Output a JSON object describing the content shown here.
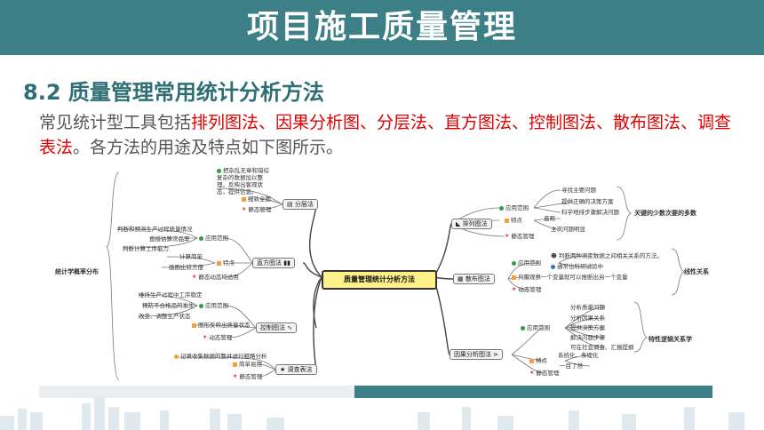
{
  "header": {
    "title": "项目施工质量管理"
  },
  "section": {
    "title": "8.2 质量管理常用统计分析方法"
  },
  "intro": {
    "prefix": "常见统计型工具包括",
    "highlight": "排列图法、因果分析图、分层法、直方图法、控制图法、散布图法、调查表法",
    "suffix": "。各方法的用途及特点如下图所示。"
  },
  "mindmap": {
    "center": "质量管理统计分析方法",
    "left_label": "统计学概率分布",
    "right_labels": {
      "pareto": "关键的少数次要的多数",
      "scatter": "线性关系",
      "fishbone": "特性逻辑关系学"
    },
    "layering": {
      "name": "分层法",
      "note": "把杂乱无章和错综复杂的数据加以整理，反映出客观状态，提供信息。",
      "items": [
        "细致全面",
        "静态管理"
      ]
    },
    "histogram": {
      "name": "直方图法",
      "apps_label": "应用范围",
      "apps": [
        "判断和预测生产过程质量情况",
        "直接估算次品率",
        "判断计算工序能力"
      ],
      "feat_label": "特点",
      "feats": [
        "计算简单",
        "画图比较方便"
      ],
      "dynamic": "静态动态均适用"
    },
    "control": {
      "name": "控制图法",
      "apps": [
        "维持生产过程中工序稳定",
        "预防不合格品的发生",
        "改变、调整生产状态"
      ],
      "apps_label": "应用范围",
      "feat": "图形反映出质量状态",
      "dynamic": "动态管理"
    },
    "survey": {
      "name": "调查表法",
      "note": "记录收集数据的整并进行粗略分析",
      "items": [
        "简单易用",
        "静态管理"
      ]
    },
    "pareto": {
      "name": "排列图法",
      "apps_label": "应用范围",
      "apps": [
        "寻找主要问题",
        "提供正确的决策方案",
        "科学地排步骤解决问题"
      ],
      "feat_label": "特点",
      "feats": [
        "直观",
        "主次问题明显"
      ],
      "static": "静态管理"
    },
    "scatter": {
      "name": "散布图法",
      "apps_label": "应用范围",
      "apps": [
        "判断两种测定数据之间相关关系的方法。",
        "通常也科研试验中"
      ],
      "feat": "只需观察一个变量就可以推断出另一个变量",
      "dynamic": "动态管理"
    },
    "fishbone": {
      "name": "因果分析图法",
      "apps_label": "应用范围",
      "apps": [
        "分析质量问题",
        "分析因果关系",
        "提供决策方案",
        "解决问题步骤",
        "可在社会调查、汇报提纲"
      ],
      "feat_label": "特点",
      "feats": [
        "系统化、条理化",
        "一目了然"
      ],
      "static": "静态管理"
    }
  },
  "colors": {
    "brand": "#3d7f86",
    "highlight": "#e00000",
    "center": "#fff08a"
  }
}
